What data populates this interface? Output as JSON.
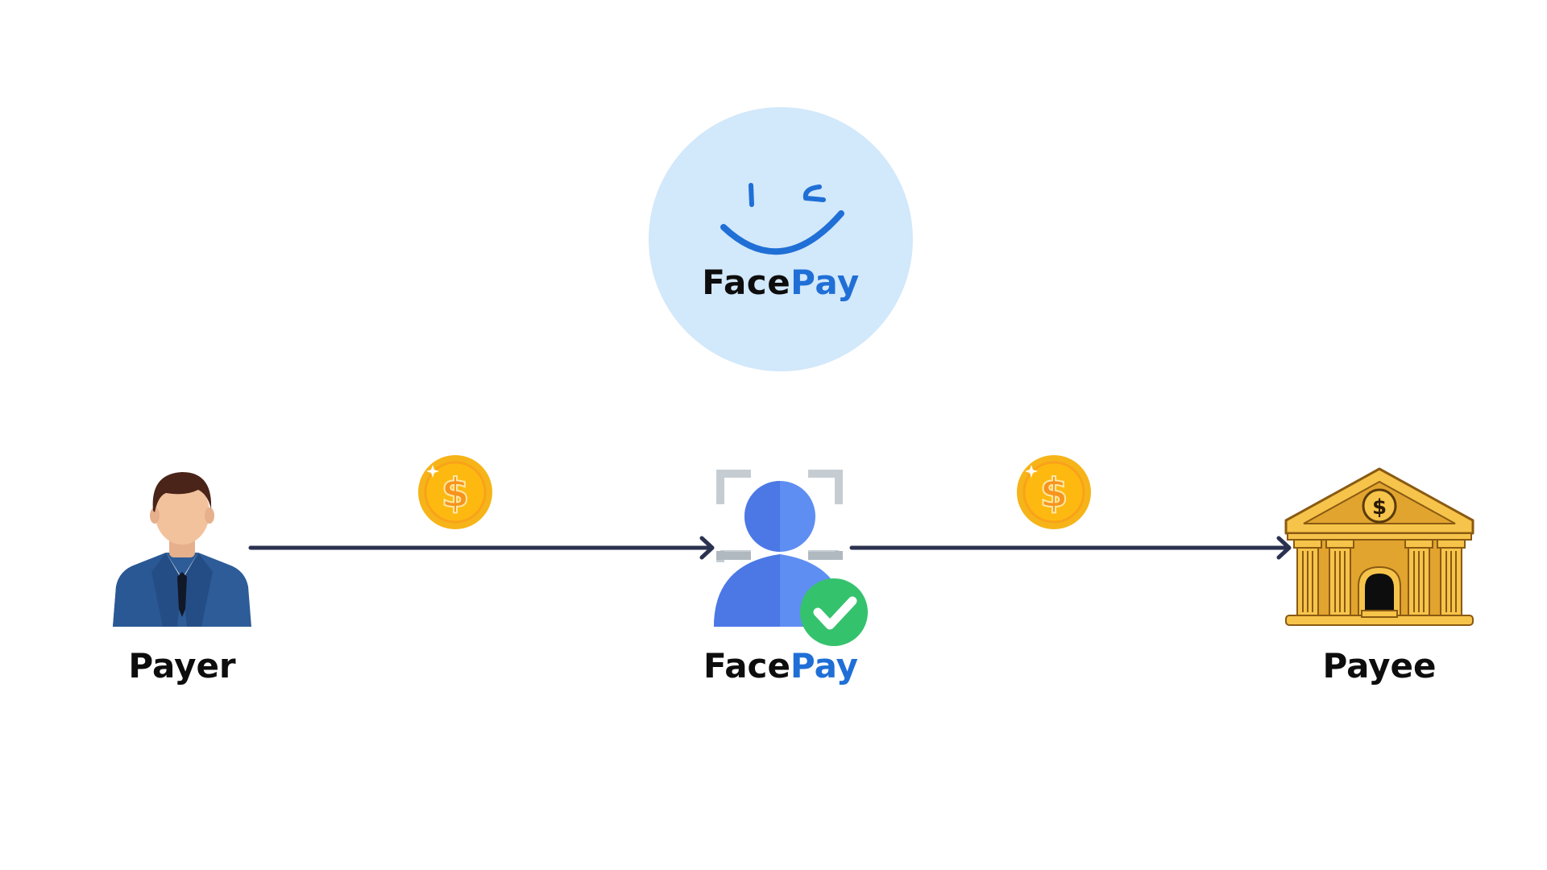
{
  "logo": {
    "wordmark_part1": "Face",
    "wordmark_part2": "Pay",
    "icon": "winking-smile-icon",
    "circle_color": "#d2e8fb",
    "brand_blue": "#1f6fd6"
  },
  "flow": {
    "nodes": [
      {
        "id": "payer",
        "label": "Payer",
        "icon": "businessman-icon"
      },
      {
        "id": "facepay",
        "label_part1": "Face",
        "label_part2": "Pay",
        "icon": "face-verified-user-icon"
      },
      {
        "id": "payee",
        "label": "Payee",
        "icon": "bank-icon"
      }
    ],
    "connectors": [
      {
        "from": "payer",
        "to": "facepay",
        "icon": "dollar-coin-icon"
      },
      {
        "from": "facepay",
        "to": "payee",
        "icon": "dollar-coin-icon"
      }
    ],
    "arrow_color": "#2b3250"
  }
}
